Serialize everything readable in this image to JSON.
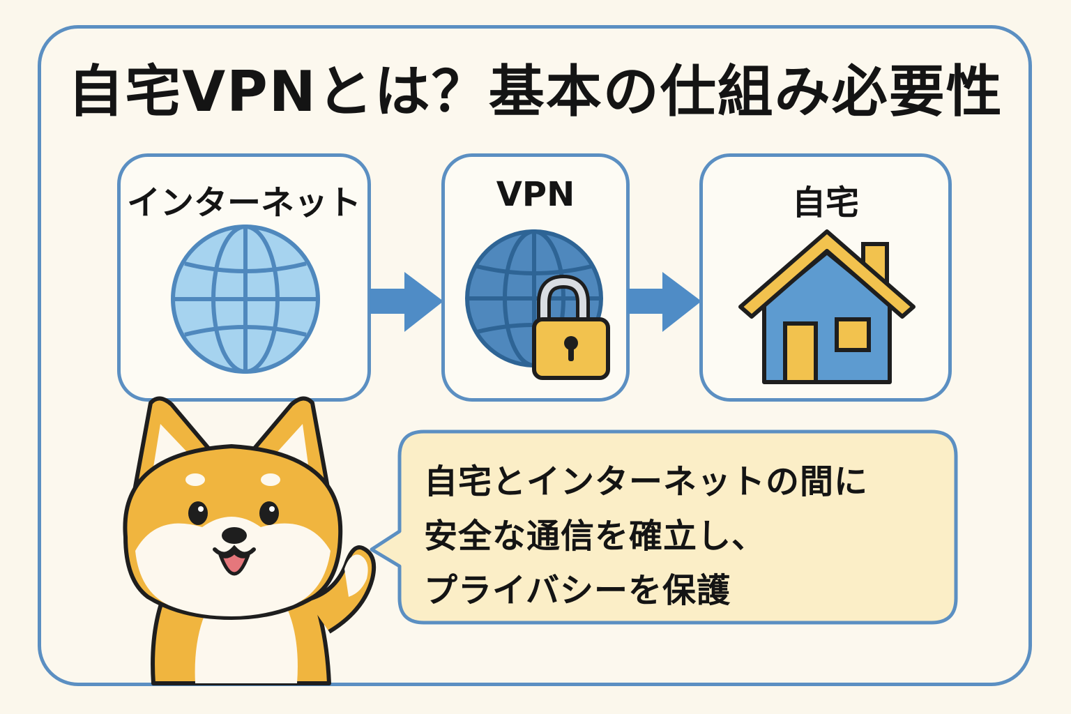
{
  "title": "自宅VPNとは？基本の仕組み必要性",
  "steps": [
    {
      "label": "インターネット",
      "icon": "globe-icon"
    },
    {
      "label": "VPN",
      "icon": "locked-globe-icon"
    },
    {
      "label": "自宅",
      "icon": "house-icon"
    }
  ],
  "bubble": {
    "lines": [
      "自宅とインターネットの間に",
      "安全な通信を確立し、",
      "プライバシーを保護"
    ]
  },
  "colors": {
    "frame": "#5b8fc2",
    "arrow": "#4f8cc6",
    "globe_light": "#a6d3ef",
    "globe_dark": "#4f88bd",
    "lock": "#f2c24e",
    "house_body": "#5d9bd0",
    "house_roof": "#f2c24e",
    "bubble_fill": "#fbeec7",
    "shiba_orange": "#f0b53f"
  }
}
